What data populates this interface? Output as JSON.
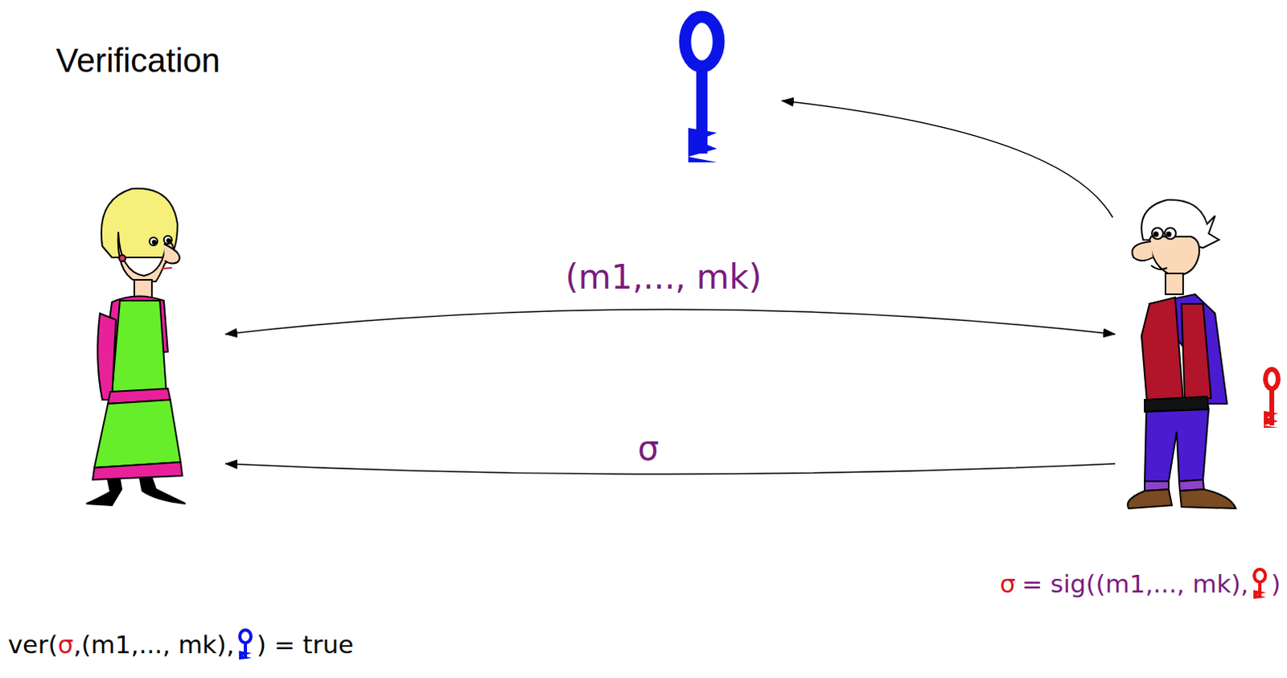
{
  "diagram": {
    "title": "Verification",
    "labels": [
      "(m1,..., mk)",
      "σ",
      "σ",
      "= sig((m1,..., mk),",
      ")",
      "ver(",
      "σ",
      ",(m1,..., mk),",
      ") = true"
    ]
  }
}
